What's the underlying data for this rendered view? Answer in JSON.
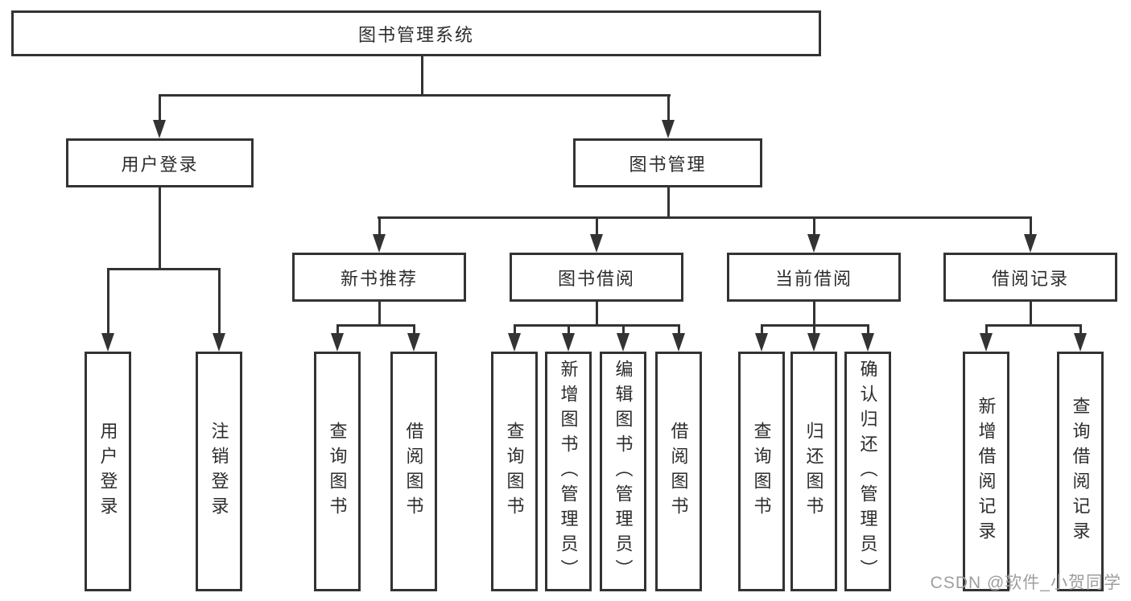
{
  "diagram": {
    "root": "图书管理系统",
    "branches": [
      {
        "label": "用户登录",
        "children": [
          "用户登录",
          "注销登录"
        ]
      },
      {
        "label": "图书管理",
        "groups": [
          {
            "label": "新书推荐",
            "children": [
              "查询图书",
              "借阅图书"
            ]
          },
          {
            "label": "图书借阅",
            "children": [
              "查询图书",
              "新增图书（管理员）",
              "编辑图书（管理员）",
              "借阅图书"
            ]
          },
          {
            "label": "当前借阅",
            "children": [
              "查询图书",
              "归还图书",
              "确认归还（管理员）"
            ]
          },
          {
            "label": "借阅记录",
            "children": [
              "新增借阅记录",
              "查询借阅记录"
            ]
          }
        ]
      }
    ],
    "watermark": "CSDN @软件_小贺同学",
    "colors": {
      "line": "#333333",
      "text": "#2d2d2d",
      "watermark": "#9e9e9e",
      "background": "#ffffff"
    }
  }
}
